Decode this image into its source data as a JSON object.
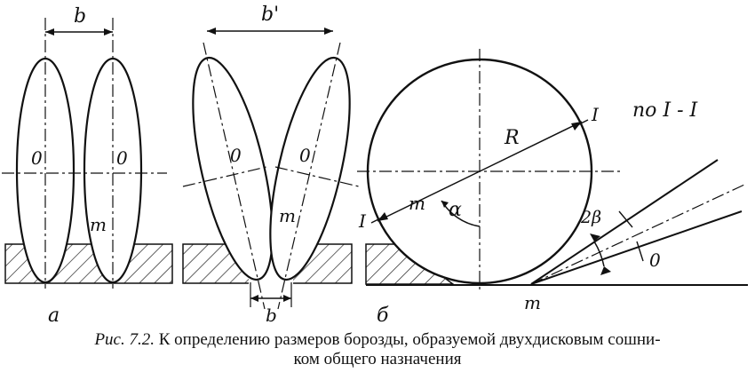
{
  "figure": {
    "part_labels": {
      "a": "а",
      "b": "б"
    },
    "labels": {
      "width_b": "b",
      "width_b_prime": "b'",
      "width_b_bottom": "b",
      "o_left1": "0",
      "o_left2": "0",
      "o_mid1": "0",
      "o_mid2": "0",
      "m_left": "m",
      "m_mid": "m",
      "radius": "R",
      "m_radius": "m",
      "alpha": "α",
      "section_top": "I",
      "section_left": "I",
      "section_view": "по I - I",
      "two_beta": "2β",
      "o_section": "0",
      "m_contact": "m"
    },
    "caption": {
      "number": "Рис. 7.2.",
      "line1": "К определению размеров борозды, образуемой двухдисковым сошни-",
      "line2": "ком общего назначения"
    }
  }
}
